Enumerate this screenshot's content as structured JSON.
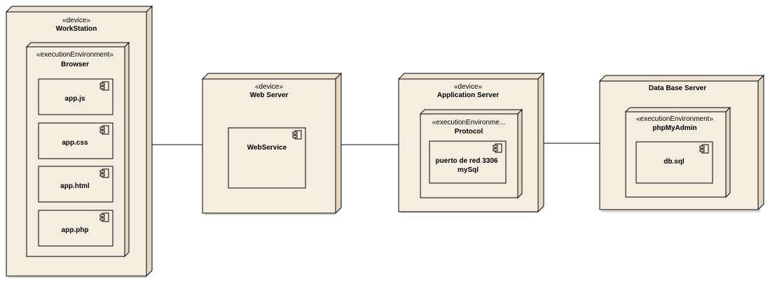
{
  "colors": {
    "fill": "#f5ede0",
    "side": "#e3d7c2",
    "top": "#efe5d4",
    "stroke": "#000000",
    "shadow": "#bdb6ab"
  },
  "nodes": {
    "workstation": {
      "stereotype": "«device»",
      "name": "WorkStation",
      "browser": {
        "stereotype": "«executionEnvironment»",
        "name": "Browser",
        "components": [
          "app.js",
          "app.css",
          "app.html",
          "app.php"
        ]
      }
    },
    "webserver": {
      "stereotype": "«device»",
      "name": "Web Server",
      "component": "WebService"
    },
    "appserver": {
      "stereotype": "«device»",
      "name": "Application Server",
      "protocol": {
        "stereotype": "«executionEnvironme...",
        "name": "Protocol",
        "component_lines": [
          "puerto de red 3306",
          "mySql"
        ]
      }
    },
    "dbserver": {
      "name": "Data Base Server",
      "phpmyadmin": {
        "stereotype": "«executionEnvironment»",
        "name": "phpMyAdmin",
        "component": "db.sql"
      }
    }
  }
}
